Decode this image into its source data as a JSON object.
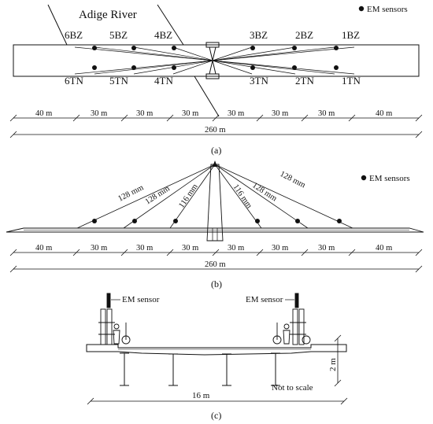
{
  "panel_a": {
    "river_label": "Adige River",
    "legend": "EM sensors",
    "top_labels": [
      "6BZ",
      "5BZ",
      "4BZ",
      "3BZ",
      "2BZ",
      "1BZ"
    ],
    "bottom_labels": [
      "6TN",
      "5TN",
      "4TN",
      "3TN",
      "2TN",
      "1TN"
    ],
    "spans": [
      "40 m",
      "30 m",
      "30 m",
      "30 m",
      "30 m",
      "30 m",
      "30 m",
      "40 m"
    ],
    "total": "260 m",
    "caption": "(a)"
  },
  "panel_b": {
    "legend": "EM sensors",
    "cable_labels": [
      "128  mm",
      "128  mm",
      "116 mm",
      "116 mm",
      "128  mm",
      "128  mm"
    ],
    "spans": [
      "40 m",
      "30 m",
      "30 m",
      "30 m",
      "30 m",
      "30 m",
      "30 m",
      "40 m"
    ],
    "total": "260 m",
    "caption": "(b)"
  },
  "panel_c": {
    "sensor_left": "EM sensor",
    "sensor_right": "EM sensor",
    "height": "2 m",
    "width": "16 m",
    "note": "Not to scale",
    "caption": "(c)"
  }
}
